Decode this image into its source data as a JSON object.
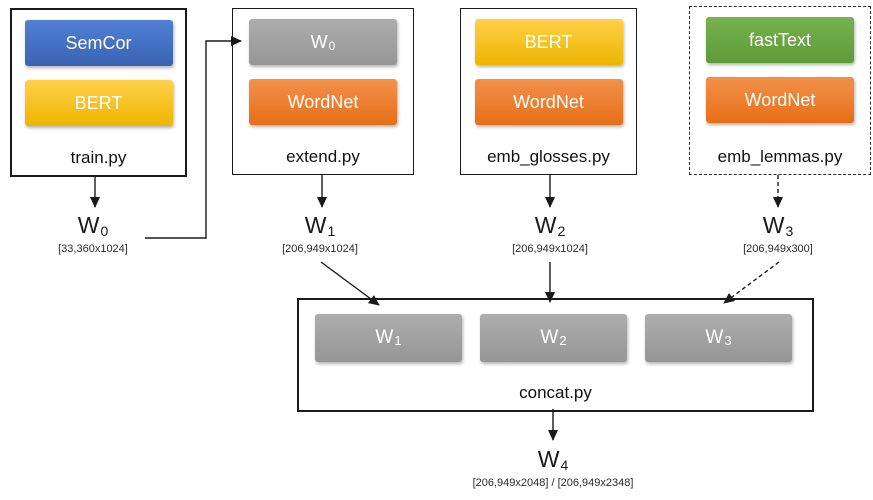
{
  "diagram": {
    "modules": [
      {
        "script": "train.py",
        "inputs": [
          {
            "label": "SemCor",
            "color": "#4472c4"
          },
          {
            "label": "BERT",
            "color": "#fec10a"
          }
        ]
      },
      {
        "script": "extend.py",
        "inputs": [
          {
            "label": "W",
            "sub": "0",
            "color": "#a6a6a6"
          },
          {
            "label": "WordNet",
            "color": "#ed7d31"
          }
        ]
      },
      {
        "script": "emb_glosses.py",
        "inputs": [
          {
            "label": "BERT",
            "color": "#fec10a"
          },
          {
            "label": "WordNet",
            "color": "#ed7d31"
          }
        ]
      },
      {
        "script": "emb_lemmas.py",
        "border_style": "dashed",
        "inputs": [
          {
            "label": "fastText",
            "color": "#70ad47"
          },
          {
            "label": "WordNet",
            "color": "#ed7d31"
          }
        ]
      }
    ],
    "matrices": [
      {
        "label": "W",
        "sub": "0",
        "dims": "[33,360x1024]"
      },
      {
        "label": "W",
        "sub": "1",
        "dims": "[206,949x1024]"
      },
      {
        "label": "W",
        "sub": "2",
        "dims": "[206,949x1024]"
      },
      {
        "label": "W",
        "sub": "3",
        "dims": "[206,949x300]"
      },
      {
        "label": "W",
        "sub": "4",
        "dims": "[206,949x2048] / [206,949x2348]"
      }
    ],
    "concat": {
      "script": "concat.py",
      "slots": [
        {
          "label": "W",
          "sub": "1"
        },
        {
          "label": "W",
          "sub": "2"
        },
        {
          "label": "W",
          "sub": "3"
        }
      ]
    },
    "colors": {
      "semcor_blue": "#4472c4",
      "bert_yellow": "#fec10a",
      "wordnet_orange": "#ed7d31",
      "fasttext_green": "#70ad47",
      "matrix_gray": "#a6a6a6",
      "line_black": "#1a1a1a"
    }
  }
}
